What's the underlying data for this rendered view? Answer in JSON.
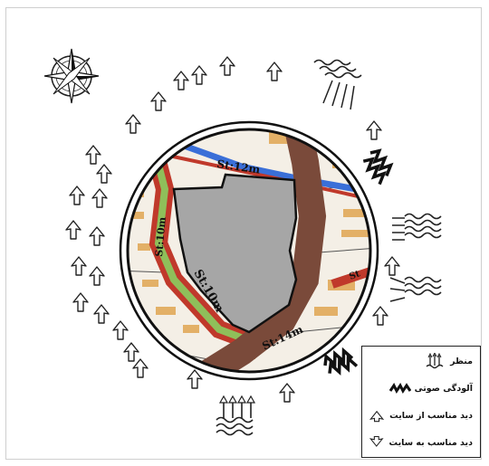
{
  "map": {
    "streets": [
      {
        "label": "St:12m"
      },
      {
        "label": "St:10m"
      },
      {
        "label": "St:14m"
      },
      {
        "label": "St"
      }
    ]
  },
  "icons": {
    "compass": "compass-rose-icon",
    "view": "view-arrow-icon",
    "noise": "noise-pollution-zigzag-icon",
    "landscape": "landscape-arrows-icon"
  },
  "legend": {
    "items": [
      {
        "key": "landscape",
        "label": "منظر"
      },
      {
        "key": "noise",
        "label": "آلودگی صوتی"
      },
      {
        "key": "view_from",
        "label": "دید مناسب از سایت"
      },
      {
        "key": "view_to",
        "label": "دید مناسب به سایت"
      }
    ]
  },
  "colors": {
    "street_main": "#7a4a3a",
    "street_edge": "#c0392b",
    "site_fill": "#a6a6a6",
    "water": "#3a6fd8",
    "buildings": "#e3b067",
    "green_band": "#8fbf5a",
    "map_bg": "#f4efe6"
  }
}
